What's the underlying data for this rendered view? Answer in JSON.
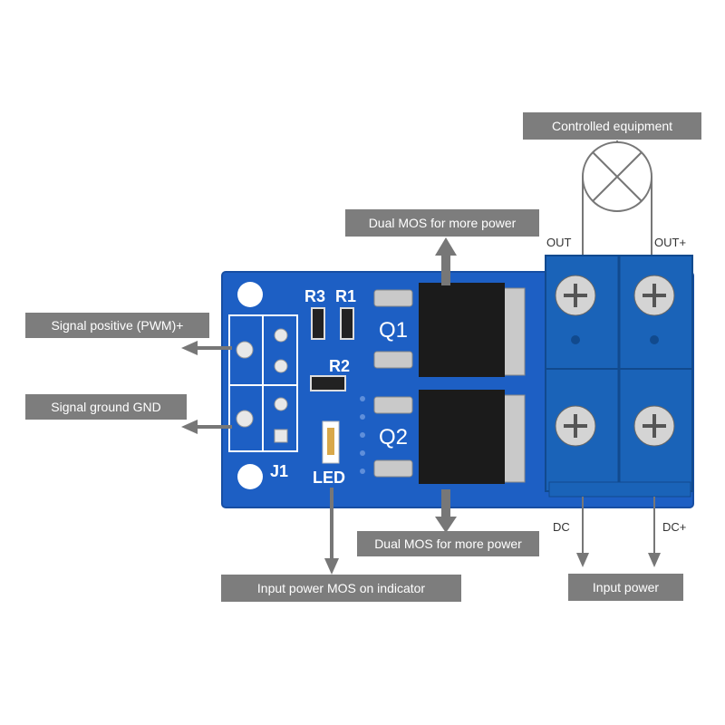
{
  "callouts": {
    "controlled_equipment": "Controlled equipment",
    "dual_mos_top": "Dual MOS for more power",
    "signal_positive": "Signal positive (PWM)+",
    "signal_ground": "Signal ground GND",
    "dual_mos_bottom": "Dual MOS for more power",
    "led_indicator": "Input power MOS on indicator",
    "input_power": "Input power"
  },
  "terminal_labels": {
    "out_minus": "OUT",
    "out_plus": "OUT+",
    "dc_minus": "DC",
    "dc_plus": "DC+"
  },
  "silkscreen": {
    "r3": "R3",
    "r1": "R1",
    "r2": "R2",
    "q1": "Q1",
    "q2": "Q2",
    "j1": "J1",
    "led": "LED"
  },
  "colors": {
    "callout_bg": "#7d7d7d",
    "pcb_blue": "#1d5fc4",
    "terminal_blue": "#1a63b8",
    "arrow_gray": "#777777"
  }
}
